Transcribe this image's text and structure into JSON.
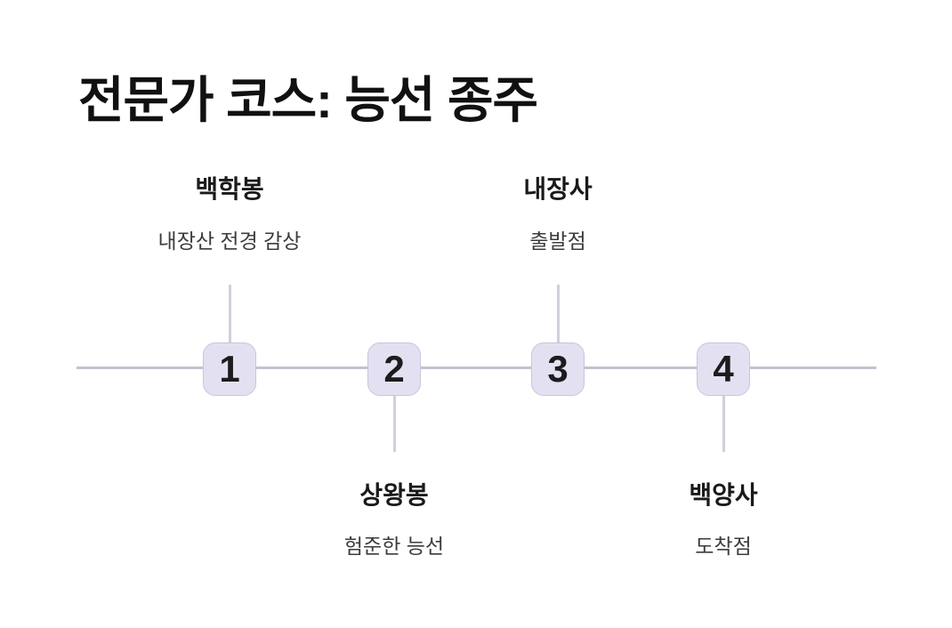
{
  "page": {
    "title": "전문가 코스: 능선 종주"
  },
  "colors": {
    "background": "#ffffff",
    "title_text": "#111111",
    "label_text": "#1a1a1a",
    "description_text": "#3c3c3c",
    "number_text": "#1c1c1e",
    "timeline_line": "#c3c2d2",
    "connector_line": "#d0cfdf",
    "node_fill": "#e3e1f1",
    "node_border": "#c8c5db"
  },
  "timeline": {
    "steps": [
      {
        "number": "1",
        "label": "백학봉",
        "description": "내장산 전경 감상",
        "label_position": "above"
      },
      {
        "number": "2",
        "label": "상왕봉",
        "description": "험준한 능선",
        "label_position": "below"
      },
      {
        "number": "3",
        "label": "내장사",
        "description": "출발점",
        "label_position": "above"
      },
      {
        "number": "4",
        "label": "백양사",
        "description": "도착점",
        "label_position": "below"
      }
    ]
  }
}
